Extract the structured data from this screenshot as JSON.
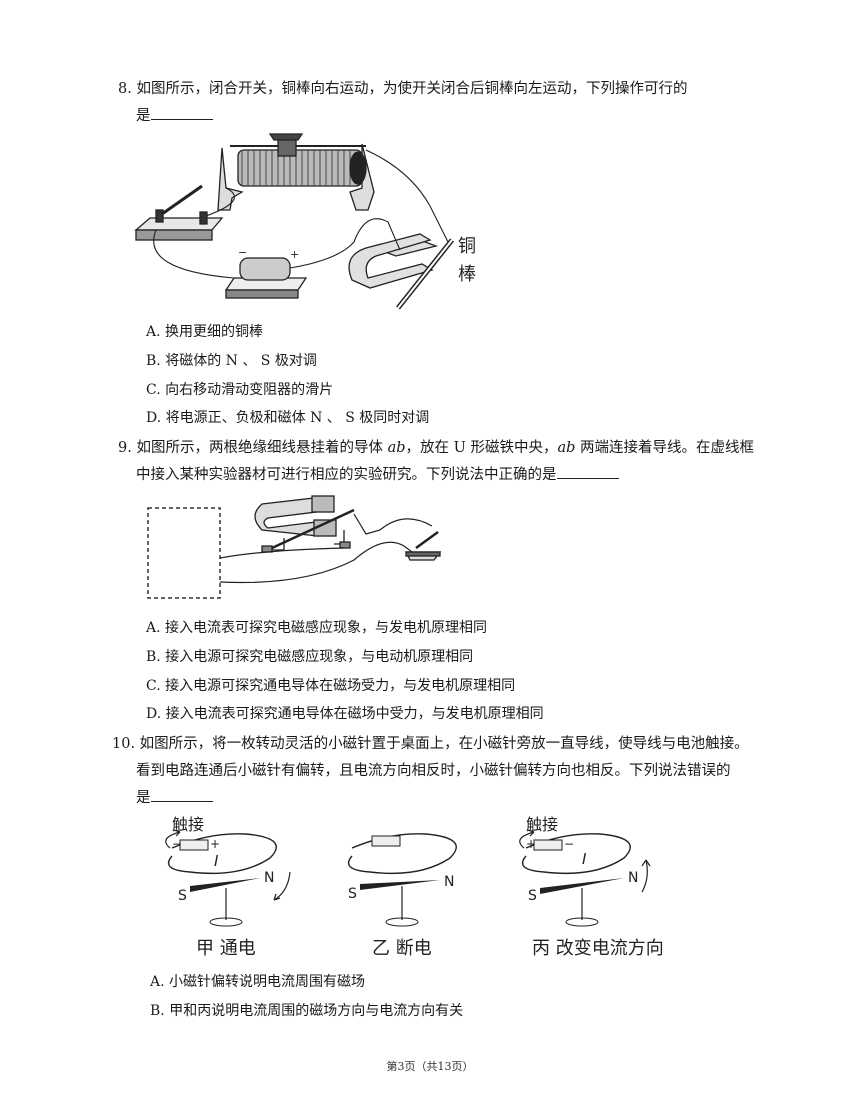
{
  "q8": {
    "line1": "8. 如图所示，闭合开关，铜棒向右运动，为使开关闭合后铜棒向左运动，下列操作可行的",
    "line2": "是",
    "figure_label": "铜棒",
    "figure_label_1": "铜",
    "figure_label_2": "棒",
    "options": [
      "A. 换用更细的铜棒",
      "B. 将磁体的 N 、 S 极对调",
      "C. 向右移动滑动变阻器的滑片",
      "D. 将电源正、负极和磁体 N 、 S 极同时对调"
    ]
  },
  "q9": {
    "line1_a": "9. 如图所示，两根绝缘细线悬挂着的导体 ",
    "var_ab": "ab",
    "line1_b": "，放在 U 形磁铁中央，",
    "line1_c": " 两端连接着导线。在虚线框",
    "line2": "中接入某种实验器材可进行相应的实验研究。下列说法中正确的是",
    "options": [
      "A. 接入电流表可探究电磁感应现象，与发电机原理相同",
      "B. 接入电源可探究电磁感应现象，与电动机原理相同",
      "C. 接入电源可探究通电导体在磁场受力，与发电机原理相同",
      "D. 接入电流表可探究通电导体在磁场中受力，与发电机原理相同"
    ]
  },
  "q10": {
    "line1": "10. 如图所示，将一枚转动灵活的小磁针置于桌面上，在小磁针旁放一直导线，使导线与电池触接。",
    "line2": "看到电路连通后小磁针有偏转，且电流方向相反时，小磁针偏转方向也相反。下列说法错误的",
    "line3": "是",
    "figure": {
      "touch_label": "触接",
      "current_label": "I",
      "north": "N",
      "south": "S",
      "plus": "+",
      "minus": "−",
      "captions": [
        "甲 通电",
        "乙 断电",
        "丙 改变电流方向"
      ]
    },
    "options": [
      "A. 小磁针偏转说明电流周围有磁场",
      "B. 甲和丙说明电流周围的磁场方向与电流方向有关"
    ]
  },
  "footer": "第3页（共13页）"
}
